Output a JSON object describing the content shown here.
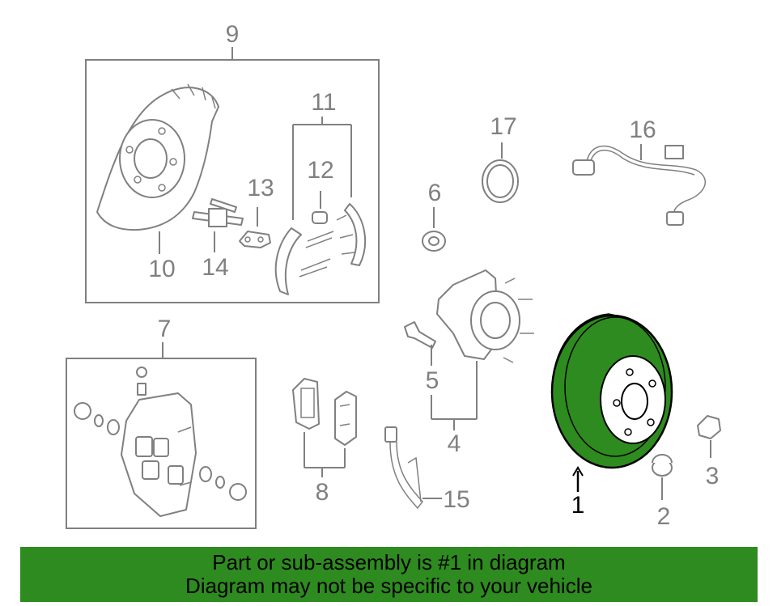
{
  "labels": {
    "l1": "1",
    "l2": "2",
    "l3": "3",
    "l4": "4",
    "l5": "5",
    "l6": "6",
    "l7": "7",
    "l8": "8",
    "l9": "9",
    "l10": "10",
    "l11": "11",
    "l12": "12",
    "l13": "13",
    "l14": "14",
    "l15": "15",
    "l16": "16",
    "l17": "17"
  },
  "banner": {
    "line1": "Part or sub-assembly is #1 in diagram",
    "line2": "Diagram may not be specific to your vehicle"
  },
  "colors": {
    "highlight": "#2e8b1f",
    "line": "#808080"
  },
  "highlighted_part": "1"
}
